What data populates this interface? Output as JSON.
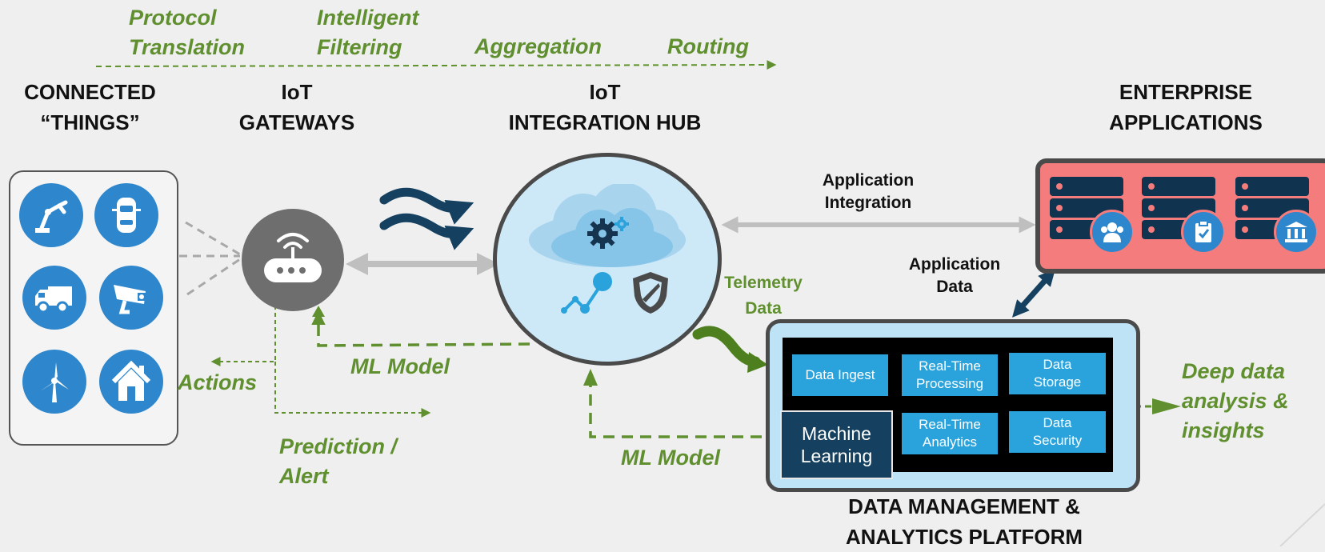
{
  "top_flow": {
    "protocol_translation": [
      "Protocol",
      "Translation"
    ],
    "intelligent_filtering": [
      "Intelligent",
      "Filtering"
    ],
    "aggregation": "Aggregation",
    "routing": "Routing"
  },
  "headings": {
    "connected_things": [
      "CONNECTED",
      "“THINGS”"
    ],
    "iot_gateways": [
      "IoT",
      "GATEWAYS"
    ],
    "iot_integration_hub": [
      "IoT",
      "INTEGRATION HUB"
    ],
    "enterprise_applications": [
      "ENTERPRISE",
      "APPLICATIONS"
    ],
    "data_platform": [
      "DATA MANAGEMENT &",
      "ANALYTICS PLATFORM"
    ]
  },
  "labels": {
    "application_integration": [
      "Application",
      "Integration"
    ],
    "application_data": [
      "Application",
      "Data"
    ],
    "telemetry_data": [
      "Telemetry",
      "Data"
    ],
    "ml_model_gateway": "ML Model",
    "ml_model_hub": "ML Model",
    "actions": "Actions",
    "prediction_alert": [
      "Prediction /",
      "Alert"
    ],
    "deep_data": [
      "Deep data",
      "analysis &",
      "insights"
    ]
  },
  "platform_tiles": {
    "data_ingest": "Data Ingest",
    "real_time_processing": [
      "Real-Time",
      "Processing"
    ],
    "data_storage": [
      "Data",
      "Storage"
    ],
    "real_time_analytics": [
      "Real-Time",
      "Analytics"
    ],
    "data_security": [
      "Data",
      "Security"
    ],
    "machine_learning": [
      "Machine",
      "Learning"
    ]
  },
  "things_icons": [
    "robot-arm-icon",
    "car-icon",
    "truck-icon",
    "security-camera-icon",
    "wind-turbine-icon",
    "house-icon"
  ],
  "enterprise_icons": [
    "users-icon",
    "clipboard-icon",
    "bank-icon"
  ],
  "colors": {
    "green": "#5f8f2e",
    "blue": "#2e86cc",
    "navy": "#15405f",
    "enterprise_red": "#f47c7c",
    "hub_fill": "#cde8f6"
  }
}
